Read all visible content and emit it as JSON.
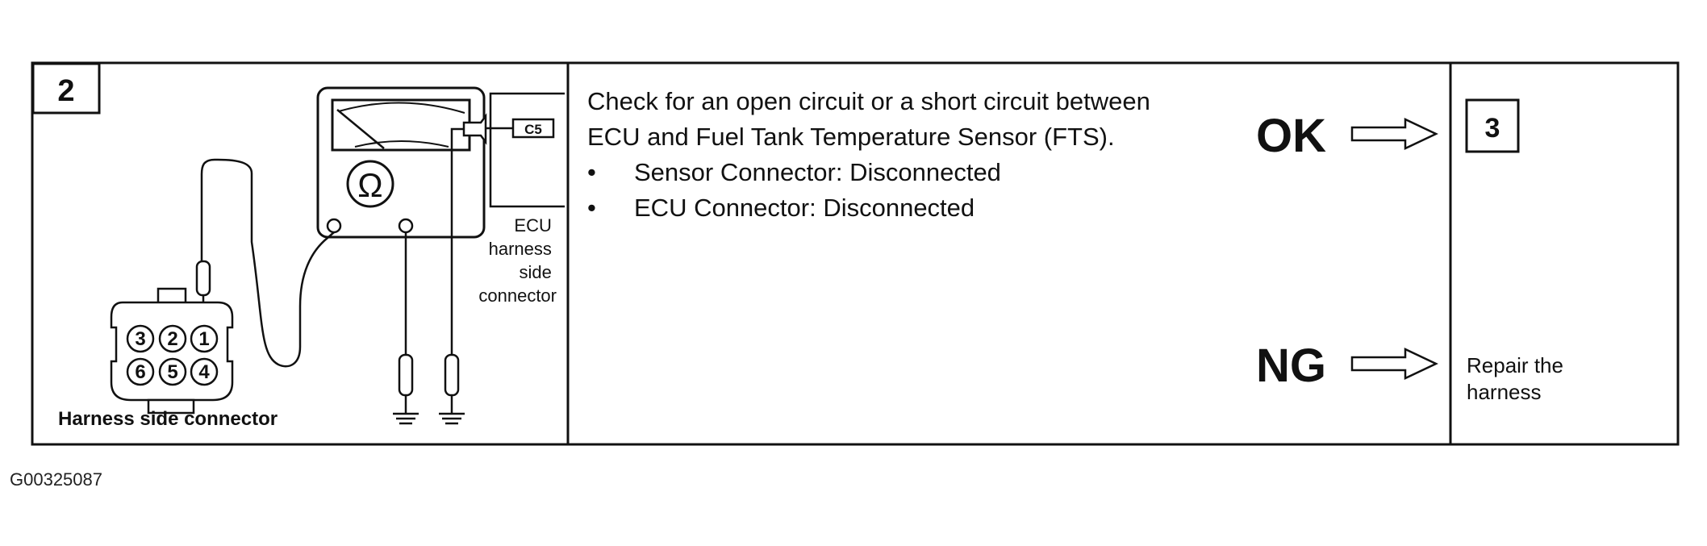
{
  "step": {
    "number": "2"
  },
  "diagram": {
    "ohm_symbol": "Ω",
    "ecu_connector_tag": "C5",
    "ecu_label_lines": [
      "ECU",
      "harness",
      "side",
      "connector"
    ],
    "pin_numbers": [
      "3",
      "2",
      "1",
      "6",
      "5",
      "4"
    ],
    "harness_label": "Harness side connector"
  },
  "instruction": {
    "main": "Check for an open circuit or a short circuit between ECU and Fuel Tank Temperature Sensor (FTS).",
    "bullets": [
      "Sensor Connector: Disconnected",
      "ECU Connector: Disconnected"
    ]
  },
  "results": {
    "ok_label": "OK",
    "ng_label": "NG",
    "ok_next_step": "3",
    "ng_action_lines": [
      "Repair the",
      "harness"
    ]
  },
  "figure_id": "G00325087"
}
